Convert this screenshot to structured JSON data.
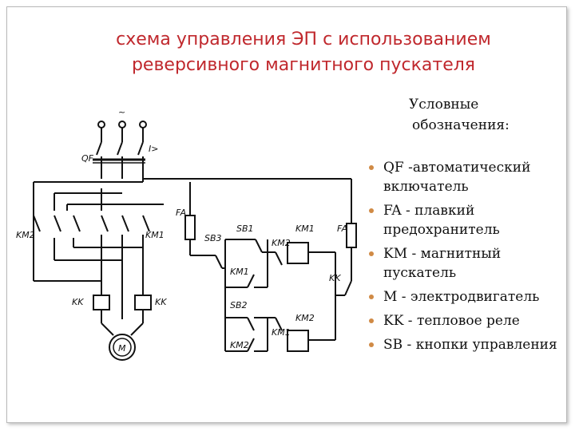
{
  "title": {
    "line1": "схема управления ЭП с использованием",
    "line2": "реверсивного магнитного пускателя"
  },
  "legend": {
    "heading_line1": "Условные",
    "heading_line2": "обозначения:",
    "items": [
      {
        "text": "QF -автоматический включатель"
      },
      {
        "text": "FA - плавкий предохранитель"
      },
      {
        "text": "KM - магнитный пускатель"
      },
      {
        "text": "M - электродвигатель"
      },
      {
        "text": "KK - тепловое реле"
      },
      {
        "text": "SB - кнопки управления"
      }
    ]
  },
  "diagram_labels": {
    "qf": "QF",
    "i_gt": "I>",
    "tilde": "~",
    "km2_left": "KM2",
    "km1_left": "KM1",
    "kk_left": "KK",
    "kk_right_motor": "KK",
    "motor": "M",
    "fa_left": "FA",
    "fa_right": "FA",
    "sb3": "SB3",
    "sb1": "SB1",
    "sb2": "SB2",
    "km2_aux_top": "KM2",
    "km1_coil_top": "KM1",
    "km1_aux": "KM1",
    "km2_aux_low": "KM2",
    "km1_aux_low": "KM1",
    "km2_coil_low": "KM2",
    "kk_ctrl": "KK"
  },
  "colors": {
    "title": "#c0282d",
    "bullet": "#d08a45",
    "line": "#111111"
  }
}
